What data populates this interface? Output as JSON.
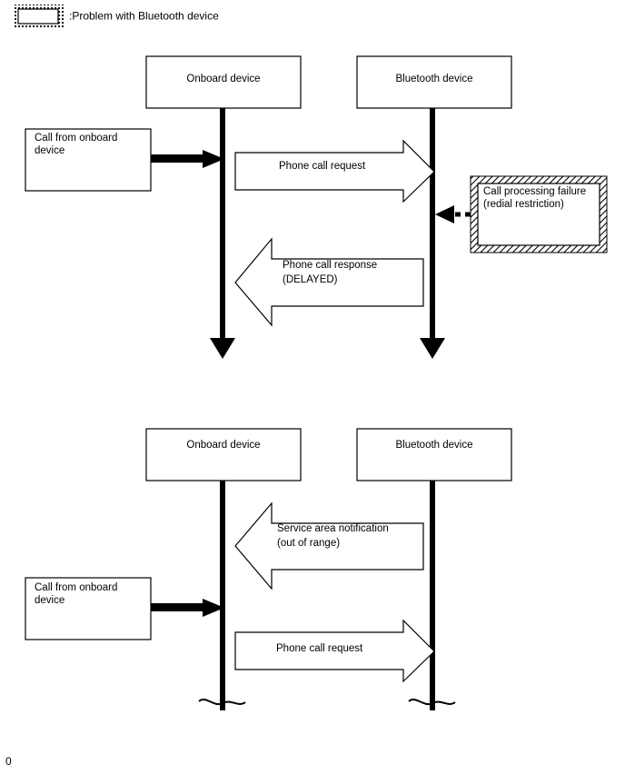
{
  "document": {
    "page_number": "0"
  },
  "legend": {
    "icon_name": "hatched-box-swatch",
    "label": ":Problem with Bluetooth device"
  },
  "colors": {
    "stroke": "#000000",
    "fill": "#ffffff",
    "background": "#ffffff"
  },
  "diagrams": [
    {
      "id": "sequence-diagram-1",
      "lifelines": [
        {
          "name": "onboard-device-1",
          "label": "Onboard device"
        },
        {
          "name": "bluetooth-device-1",
          "label": "Bluetooth device"
        }
      ],
      "trigger_box": {
        "name": "call-from-onboard-device-1",
        "line1": "Call from onboard",
        "line2": "device"
      },
      "messages": [
        {
          "name": "phone-call-request-1",
          "direction": "right",
          "line1": "Phone call request",
          "line2": ""
        },
        {
          "name": "phone-call-response-delayed",
          "direction": "left",
          "line1": "Phone call response",
          "line2": "(DELAYED)"
        }
      ],
      "problem_box": {
        "name": "call-processing-failure",
        "line1": "Call processing failure",
        "line2": "(redial restriction)"
      },
      "terminator": "arrowhead"
    },
    {
      "id": "sequence-diagram-2",
      "lifelines": [
        {
          "name": "onboard-device-2",
          "label": "Onboard device"
        },
        {
          "name": "bluetooth-device-2",
          "label": "Bluetooth device"
        }
      ],
      "trigger_box": {
        "name": "call-from-onboard-device-2",
        "line1": "Call from onboard",
        "line2": "device"
      },
      "messages": [
        {
          "name": "service-area-notification",
          "direction": "left",
          "line1": "Service area notification",
          "line2": "(out of range)"
        },
        {
          "name": "phone-call-request-2",
          "direction": "right",
          "line1": "Phone call request",
          "line2": ""
        }
      ],
      "terminator": "squiggle"
    }
  ]
}
